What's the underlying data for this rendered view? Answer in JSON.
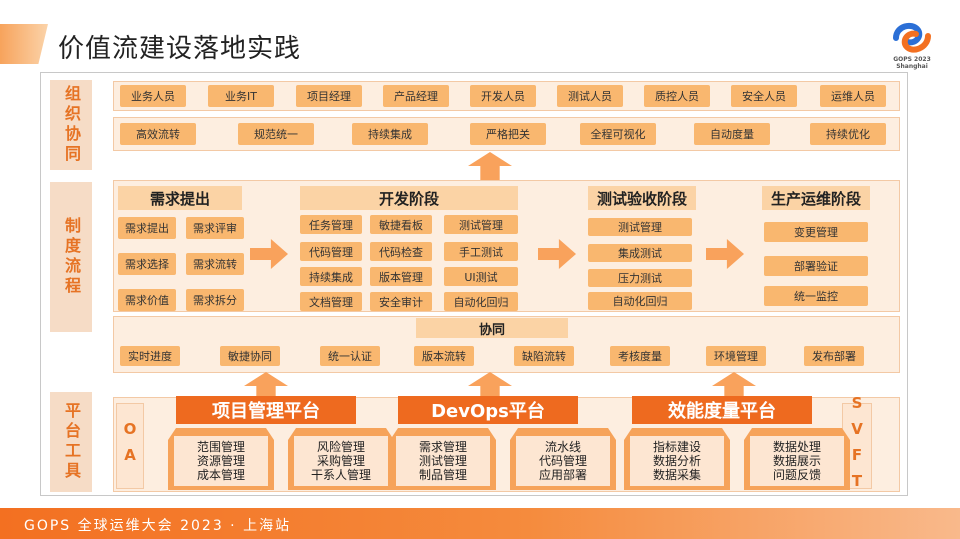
{
  "title": "价值流建设落地实践",
  "logo": {
    "line1": "GOPS 2023",
    "line2": "Shanghai"
  },
  "footer": "GOPS 全球运维大会 2023 · 上海站",
  "sections": {
    "org": "组织协同",
    "process": "制度流程",
    "platform": "平台工具"
  },
  "org": {
    "roles": [
      "业务人员",
      "业务IT",
      "项目经理",
      "产品经理",
      "开发人员",
      "测试人员",
      "质控人员",
      "安全人员",
      "运维人员"
    ],
    "principles": [
      "高效流转",
      "规范统一",
      "持续集成",
      "严格把关",
      "全程可视化",
      "自动度量",
      "持续优化"
    ]
  },
  "process": {
    "demand": {
      "title": "需求提出",
      "items": [
        "需求提出",
        "需求评审",
        "需求选择",
        "需求流转",
        "需求价值",
        "需求拆分"
      ]
    },
    "dev": {
      "title": "开发阶段",
      "items": [
        "任务管理",
        "敏捷看板",
        "测试管理",
        "代码管理",
        "代码检查",
        "手工测试",
        "持续集成",
        "版本管理",
        "UI测试",
        "文档管理",
        "安全审计",
        "自动化回归"
      ]
    },
    "test": {
      "title": "测试验收阶段",
      "items": [
        "测试管理",
        "集成测试",
        "压力测试",
        "自动化回归"
      ]
    },
    "ops": {
      "title": "生产运维阶段",
      "items": [
        "变更管理",
        "部署验证",
        "统一监控"
      ]
    },
    "collab": {
      "title": "协同",
      "items": [
        "实时进度",
        "敏捷协同",
        "统一认证",
        "版本流转",
        "缺陷流转",
        "考核度量",
        "环境管理",
        "发布部署"
      ]
    }
  },
  "platform": {
    "oa": "OA",
    "svft": "SVFT",
    "platforms": [
      {
        "title": "项目管理平台",
        "subs": [
          [
            "范围管理",
            "资源管理",
            "成本管理"
          ],
          [
            "风险管理",
            "采购管理",
            "干系人管理"
          ]
        ]
      },
      {
        "title": "DevOps平台",
        "subs": [
          [
            "需求管理",
            "测试管理",
            "制品管理"
          ],
          [
            "流水线",
            "代码管理",
            "应用部署"
          ]
        ]
      },
      {
        "title": "效能度量平台",
        "subs": [
          [
            "指标建设",
            "数据分析",
            "数据采集"
          ],
          [
            "数据处理",
            "数据展示",
            "问题反馈"
          ]
        ]
      }
    ]
  }
}
